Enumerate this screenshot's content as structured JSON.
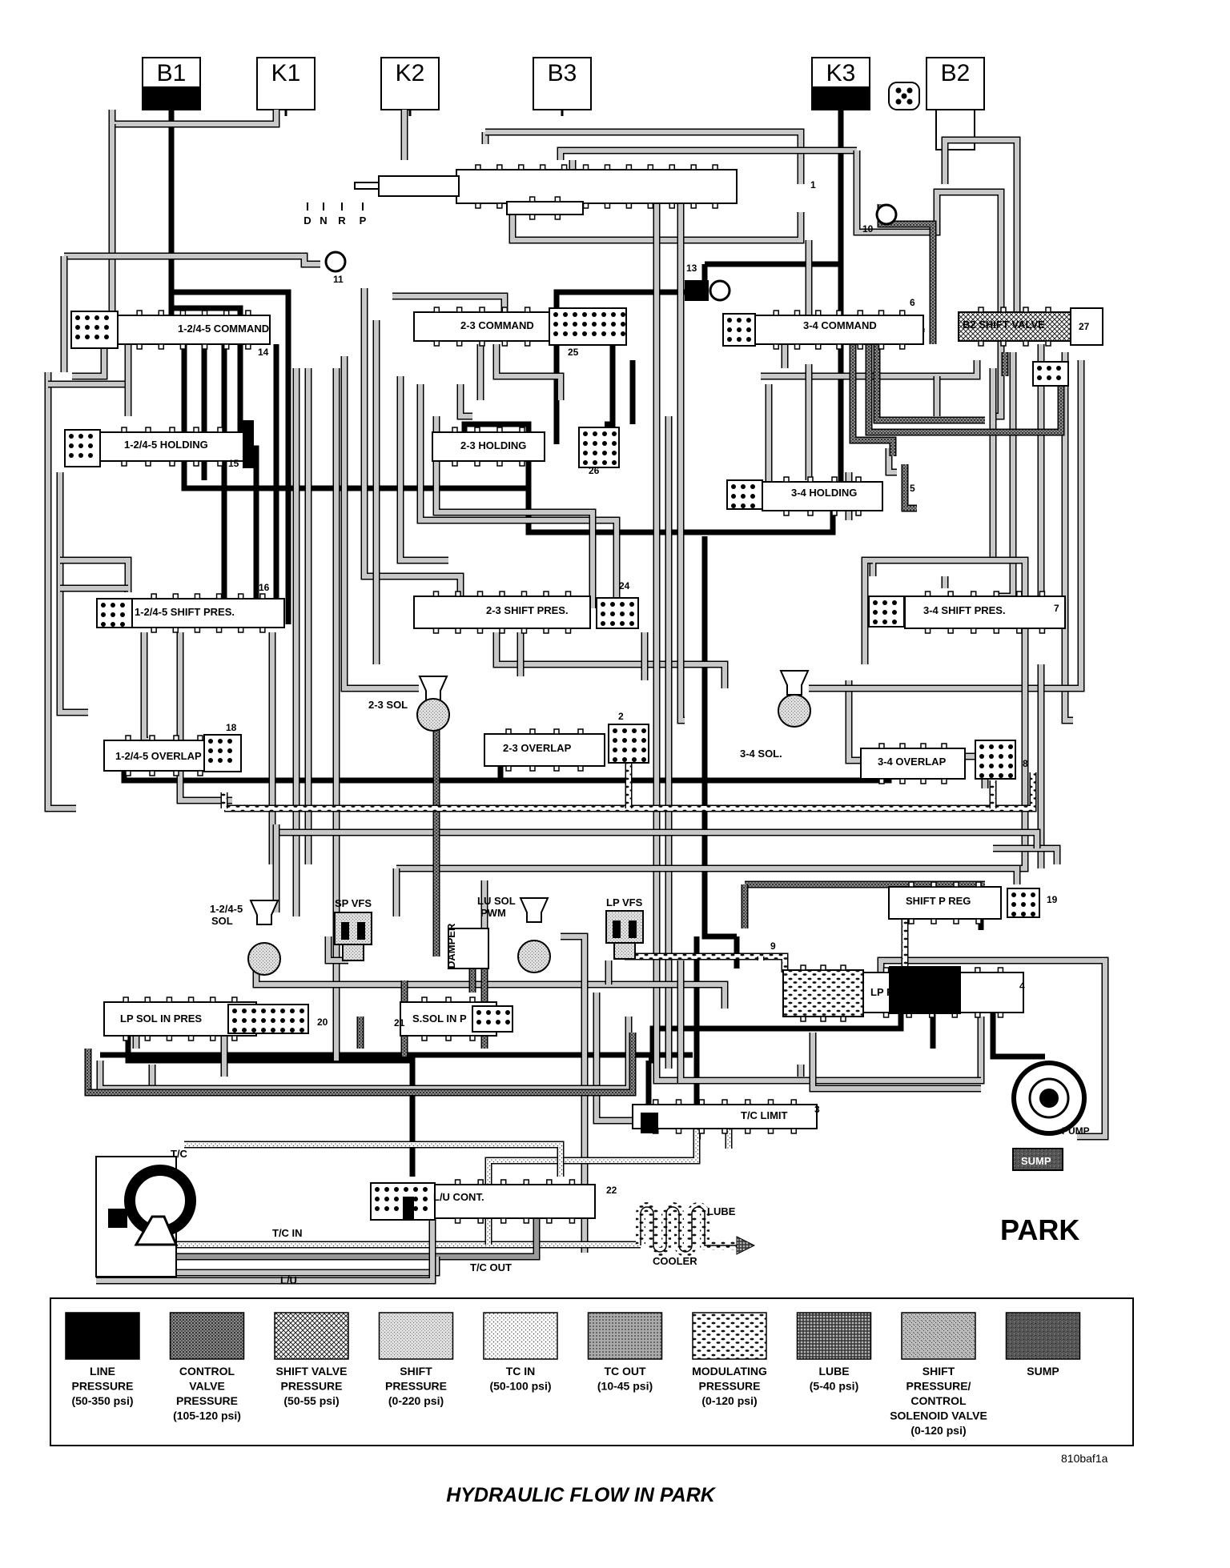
{
  "clutches": [
    {
      "id": "B1",
      "dark": true
    },
    {
      "id": "K1",
      "dark": false
    },
    {
      "id": "K2",
      "dark": false
    },
    {
      "id": "B3",
      "dark": false
    },
    {
      "id": "K3",
      "dark": true
    },
    {
      "id": "B2",
      "dark": false
    }
  ],
  "selector": [
    "D",
    "N",
    "R",
    "P"
  ],
  "valves": {
    "command_1245": "1-2/4-5 COMMAND",
    "command_23": "2-3 COMMAND",
    "command_34": "3-4 COMMAND",
    "b2_shift": "B2 SHIFT VALVE",
    "holding_1245": "1-2/4-5 HOLDING",
    "holding_23": "2-3 HOLDING",
    "holding_34": "3-4 HOLDING",
    "shift_pres_1245": "1-2/4-5 SHIFT PRES.",
    "shift_pres_23": "2-3 SHIFT PRES.",
    "shift_pres_34": "3-4 SHIFT PRES.",
    "overlap_1245": "1-2/4-5 OVERLAP",
    "overlap_23": "2-3 OVERLAP",
    "overlap_34": "3-4 OVERLAP",
    "shift_p_reg": "SHIFT P REG",
    "lp_reg": "LP REG.",
    "lp_sol_in_pres": "LP SOL IN PRES",
    "s_sol_in_p": "S.SOL IN P",
    "tc_limit": "T/C LIMIT",
    "lu_cont": "L/U CONT."
  },
  "solenoids": {
    "sol_23": "2-3 SOL",
    "sol_34": "3-4 SOL.",
    "sol_1245_line1": "1-2/4-5",
    "sol_1245_line2": "SOL",
    "sp_vfs": "SP VFS",
    "lu_sol_line1": "LU SOL",
    "lu_sol_line2": "PWM",
    "lp_vfs": "LP VFS",
    "damper": "DAMPER"
  },
  "numbers": [
    "1",
    "2",
    "3",
    "4",
    "5",
    "6",
    "7",
    "8",
    "9",
    "10",
    "11",
    "13",
    "14",
    "15",
    "16",
    "18",
    "19",
    "20",
    "21",
    "22",
    "24",
    "25",
    "26",
    "27"
  ],
  "components": {
    "tc": "T/C",
    "tc_in": "T/C IN",
    "tc_out": "T/C OUT",
    "lu": "L/U",
    "lube": "LUBE",
    "cooler": "COOLER",
    "pump": "PUMP",
    "sump": "SUMP"
  },
  "mode_label": "PARK",
  "legend": [
    {
      "key": "line",
      "lines": [
        "LINE",
        "PRESSURE",
        "(50-350 psi)"
      ],
      "pattern": "solid-black"
    },
    {
      "key": "control",
      "lines": [
        "CONTROL",
        "VALVE",
        "PRESSURE",
        "(105-120 psi)"
      ],
      "pattern": "dense-grey"
    },
    {
      "key": "shiftvalve",
      "lines": [
        "SHIFT VALVE",
        "PRESSURE",
        "(50-55 psi)"
      ],
      "pattern": "crosshatch"
    },
    {
      "key": "shift",
      "lines": [
        "SHIFT",
        "PRESSURE",
        "(0-220 psi)"
      ],
      "pattern": "light-grey"
    },
    {
      "key": "tcin",
      "lines": [
        "TC IN",
        "(50-100 psi)"
      ],
      "pattern": "dots"
    },
    {
      "key": "tcout",
      "lines": [
        "TC OUT",
        "(10-45 psi)"
      ],
      "pattern": "medium-grey"
    },
    {
      "key": "modulating",
      "lines": [
        "MODULATING",
        "PRESSURE",
        "(0-120 psi)"
      ],
      "pattern": "blobs"
    },
    {
      "key": "lube",
      "lines": [
        "LUBE",
        "(5-40 psi)"
      ],
      "pattern": "dark-dots"
    },
    {
      "key": "shiftsol",
      "lines": [
        "SHIFT",
        "PRESSURE/",
        "CONTROL",
        "SOLENOID VALVE",
        "(0-120 psi)"
      ],
      "pattern": "grain"
    },
    {
      "key": "sump",
      "lines": [
        "SUMP"
      ],
      "pattern": "dark-grain"
    }
  ],
  "reference": "810baf1a",
  "caption": "HYDRAULIC FLOW IN PARK",
  "colors": {
    "line": "#000000",
    "paper": "#ffffff"
  }
}
